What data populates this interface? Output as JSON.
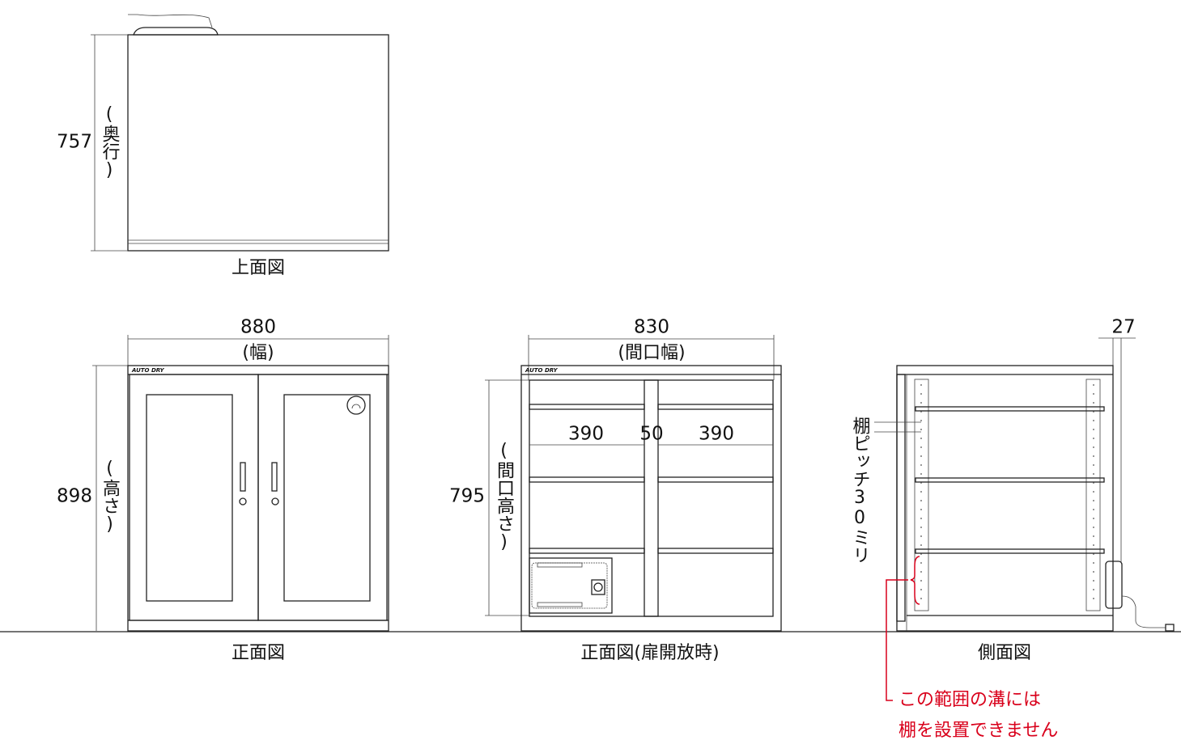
{
  "top_view": {
    "caption": "上面図",
    "depth_value": "757",
    "depth_label": "(奥行)"
  },
  "front_view": {
    "caption": "正面図",
    "width_value": "880",
    "width_label": "(幅)",
    "height_value": "898",
    "height_label": "(高さ)",
    "logo": "AUTO DRY"
  },
  "open_view": {
    "caption": "正面図(扉開放時)",
    "opening_width_value": "830",
    "opening_width_label": "(間口幅)",
    "opening_height_value": "795",
    "opening_height_label": "(間口高さ)",
    "left_width": "390",
    "divider_width": "50",
    "right_width": "390",
    "logo": "AUTO DRY"
  },
  "side_view": {
    "caption": "側面図",
    "protrusion_value": "27",
    "shelf_pitch_label": "棚ピッチ30ミリ",
    "note_line1": "この範囲の溝には",
    "note_line2": "棚を設置できません",
    "note_color": "#d9001b"
  }
}
